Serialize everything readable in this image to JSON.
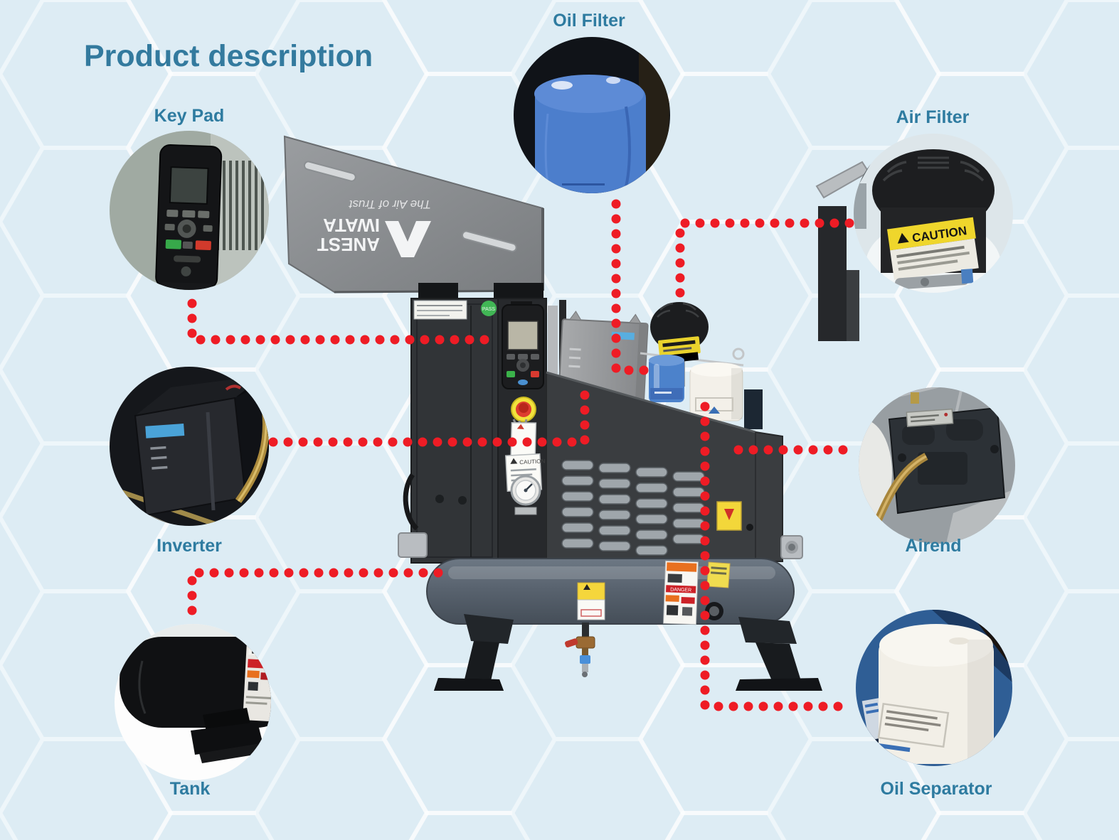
{
  "page": {
    "title": "Product description"
  },
  "callouts": [
    {
      "id": "key-pad",
      "label": "Key Pad"
    },
    {
      "id": "oil-filter",
      "label": "Oil Filter"
    },
    {
      "id": "air-filter",
      "label": "Air Filter"
    },
    {
      "id": "inverter",
      "label": "Inverter"
    },
    {
      "id": "airend",
      "label": "Airend"
    },
    {
      "id": "tank",
      "label": "Tank"
    },
    {
      "id": "oil-separator",
      "label": "Oil Separator"
    }
  ],
  "machine": {
    "brand_line1": "ANEST",
    "brand_line2": "IWATA",
    "tagline": "The Air of Trust",
    "pass_sticker": "PASS"
  },
  "strings": {
    "caution": "CAUTION",
    "danger": "DANGER"
  },
  "colors": {
    "accent_teal": "#2e7ba0",
    "connector_red": "#ee1c25",
    "background": "#ddecf4",
    "oil_filter_blue": "#4c7ecc",
    "machine_dark": "#313437",
    "tank_gray": "#5c6773"
  }
}
